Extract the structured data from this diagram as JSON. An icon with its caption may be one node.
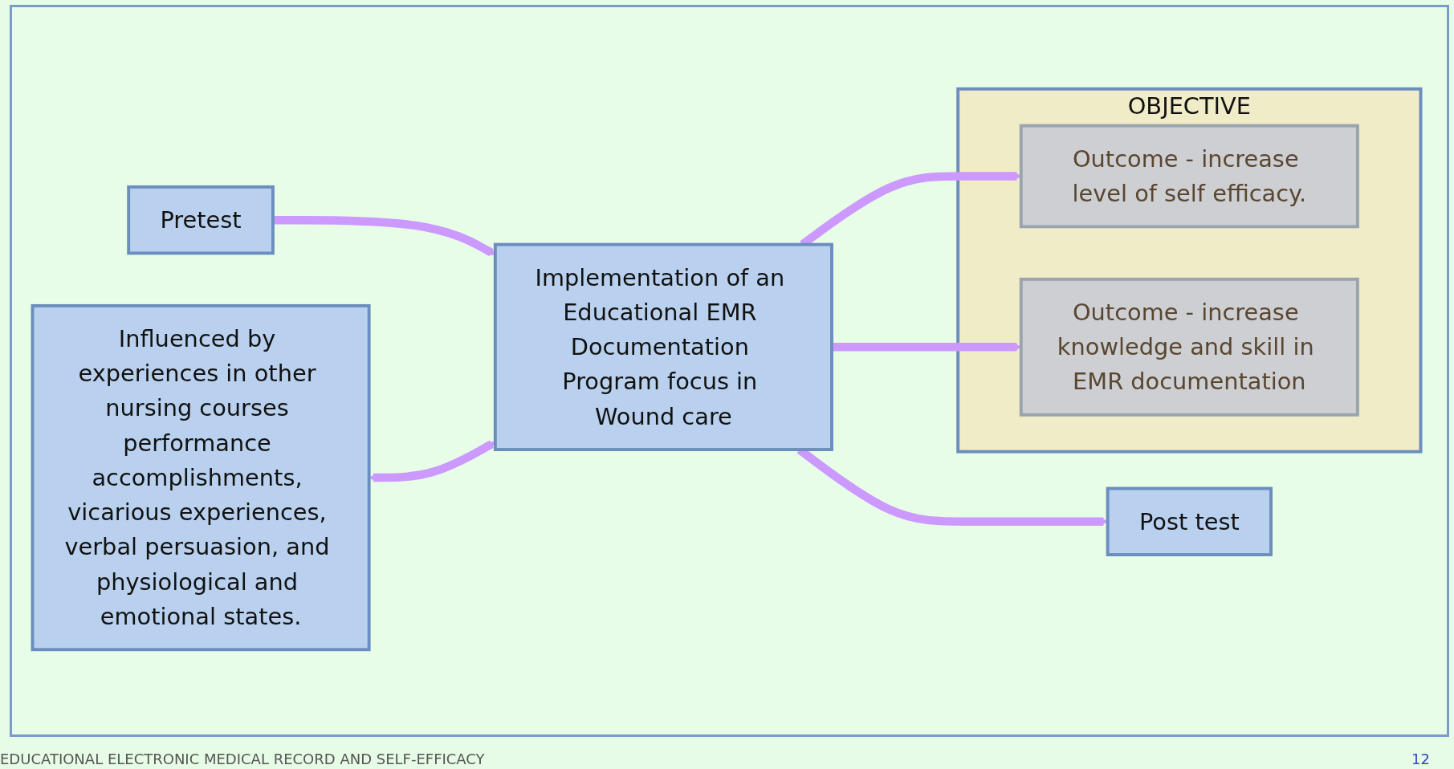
{
  "diagram": {
    "nodes": [
      {
        "text": [
          "Pretest"
        ]
      },
      {
        "text": [
          "Implementation of an Educational EMR Documentation Program focus in Wound care"
        ]
      },
      {
        "text": [
          "Post test"
        ]
      },
      {
        "text": [
          "OBJECTIVE"
        ]
      },
      {
        "text": [
          "Outcome - increase level of self efficacy."
        ],
        "in": 3
      },
      {
        "text": [
          "Outcome - increase knowledge and skill in EMR documentation"
        ],
        "in": 3
      },
      {
        "text": [
          "Influenced by experiences in other nursing courses performance accomplishments, vicarious experiences, verbal persuasion, and physiological and emotional states."
        ]
      }
    ],
    "edges": [
      {
        "from": 0,
        "to": 1,
        "arrow": "to"
      },
      {
        "from": 1,
        "to": 2,
        "arrow": "to"
      },
      {
        "from": 1,
        "to": 4,
        "arrow": "to"
      },
      {
        "from": 1,
        "to": 5,
        "arrow": "to"
      },
      {
        "from": 6,
        "to": 1,
        "arrow": "both"
      }
    ],
    "labels": [
      "EDUCATIONAL ELECTRONIC MEDICAL RECORD AND SELF-EFFICACY",
      "12"
    ]
  }
}
